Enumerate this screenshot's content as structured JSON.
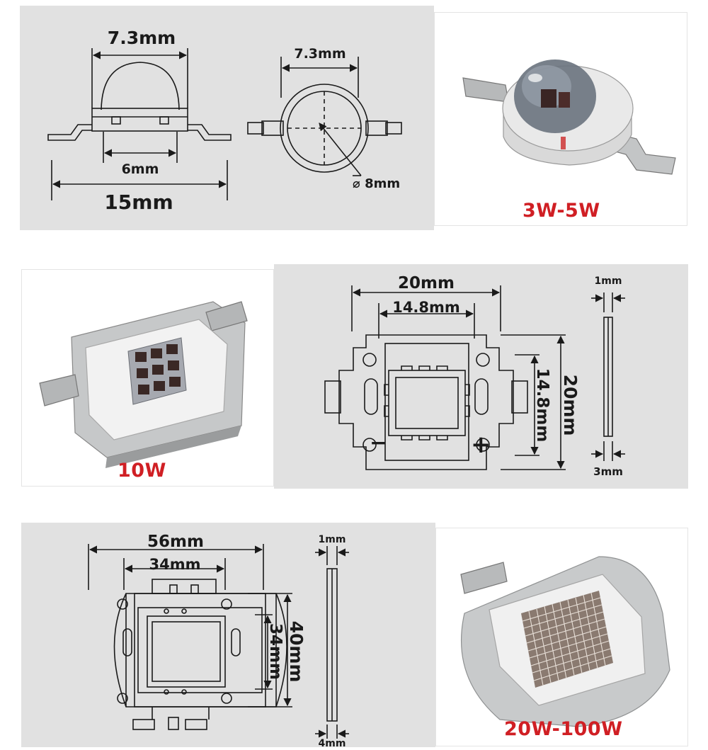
{
  "row1": {
    "side_width_top": "7.3mm",
    "side_width_bottom": "6mm",
    "side_length": "15mm",
    "top_width": "7.3mm",
    "top_diameter": "⌀ 8mm",
    "caption": "3W-5W"
  },
  "row2": {
    "caption": "10W",
    "outer_width": "20mm",
    "inner_width": "14.8mm",
    "inner_height": "14.8mm",
    "outer_height": "20mm",
    "thickness_top": "1mm",
    "thickness_bottom": "3mm",
    "minus_sign": "−",
    "plus_sign": "+"
  },
  "row3": {
    "outer_width": "56mm",
    "inner_width": "34mm",
    "inner_height": "34mm",
    "outer_height": "40mm",
    "thickness_top": "1mm",
    "thickness_bottom": "4mm",
    "caption": "20W-100W"
  },
  "colors": {
    "caption_red": "#d01f24",
    "panel_gray": "#e1e1e1",
    "line": "#1a1a1a"
  }
}
